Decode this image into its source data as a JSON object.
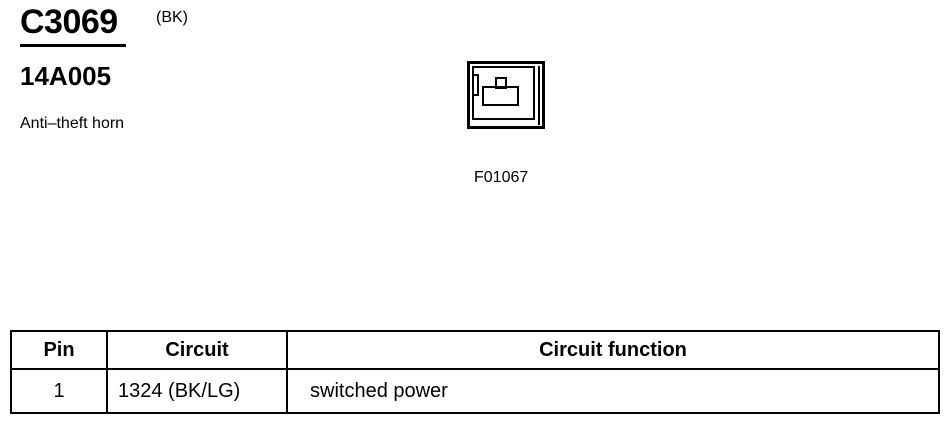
{
  "connector": {
    "id": "C3069",
    "color": "(BK)",
    "part_number": "14A005",
    "component_name": "Anti–theft horn"
  },
  "figure": {
    "code": "F01067"
  },
  "pin_table": {
    "headers": [
      "Pin",
      "Circuit",
      "Circuit function"
    ],
    "rows": [
      {
        "pin": "1",
        "circuit": "1324 (BK/LG)",
        "function": "switched power"
      }
    ]
  }
}
